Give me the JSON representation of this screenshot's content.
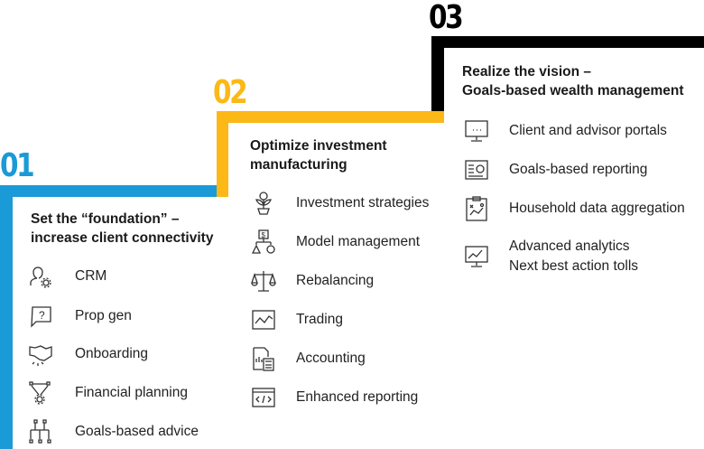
{
  "colors": {
    "step1": "#1a9ad6",
    "step2": "#fbb817",
    "step3": "#000000"
  },
  "steps": [
    {
      "number": "01",
      "title_line1": "Set the “foundation” –",
      "title_line2": "increase client connectivity",
      "items": [
        {
          "label": "CRM",
          "icon": "user-gear-icon"
        },
        {
          "label": "Prop gen",
          "icon": "question-bubble-icon"
        },
        {
          "label": "Onboarding",
          "icon": "handshake-icon"
        },
        {
          "label": "Financial planning",
          "icon": "gear-network-icon"
        },
        {
          "label": "Goals-based advice",
          "icon": "hierarchy-icon"
        }
      ]
    },
    {
      "number": "02",
      "title_line1": "Optimize investment",
      "title_line2": "manufacturing",
      "items": [
        {
          "label": "Investment strategies",
          "icon": "money-plant-icon"
        },
        {
          "label": "Model management",
          "icon": "model-icon"
        },
        {
          "label": "Rebalancing",
          "icon": "scale-icon"
        },
        {
          "label": "Trading",
          "icon": "trading-chart-icon"
        },
        {
          "label": "Accounting",
          "icon": "calculator-doc-icon"
        },
        {
          "label": "Enhanced reporting",
          "icon": "code-window-icon"
        }
      ]
    },
    {
      "number": "03",
      "title_line1": "Realize the vision –",
      "title_line2": "Goals-based wealth management",
      "items": [
        {
          "label": "Client and advisor portals",
          "icon": "monitor-icon"
        },
        {
          "label": "Goals-based reporting",
          "icon": "dashboard-icon"
        },
        {
          "label": "Household data aggregation",
          "icon": "clipboard-icon"
        },
        {
          "label": "Advanced analytics",
          "label2": "Next best action tolls",
          "icon": "analytics-monitor-icon"
        }
      ]
    }
  ]
}
